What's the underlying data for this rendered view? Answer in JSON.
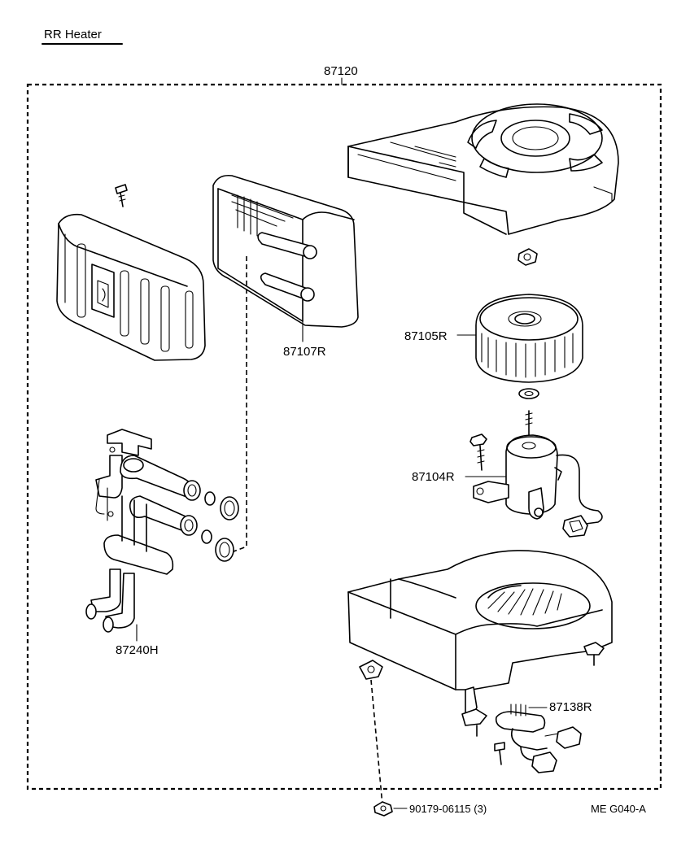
{
  "header": {
    "title": "RR  Heater"
  },
  "assembly": {
    "part_number": "87120"
  },
  "parts": [
    {
      "id": "heater-core",
      "label": "87107R"
    },
    {
      "id": "blower-fan",
      "label": "87105R"
    },
    {
      "id": "blower-motor",
      "label": "87104R"
    },
    {
      "id": "water-valve",
      "label": "87240H"
    },
    {
      "id": "resistor",
      "label": "87138R"
    },
    {
      "id": "nut",
      "label": "90179-06115 (3)"
    }
  ],
  "footer": {
    "code": "ME  G040-A"
  }
}
